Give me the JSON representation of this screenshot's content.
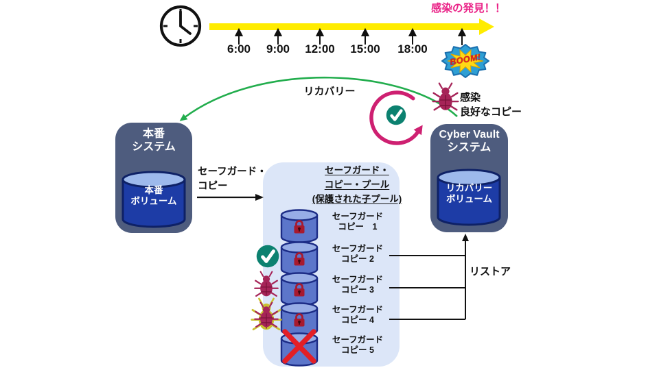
{
  "timeline": {
    "discovery_label": "感染の発見！！",
    "times": [
      "6:00",
      "9:00",
      "12:00",
      "15:00",
      "18:00"
    ],
    "boom_label": "BOOM!"
  },
  "recovery": {
    "arrow_label": "リカバリー",
    "infection_label": "感染",
    "good_copy_label": "良好なコピー"
  },
  "production": {
    "system_title": "本番\nシステム",
    "volume_label": "本番\nボリューム"
  },
  "safeguard_arrow": {
    "label": "セーフガード・\nコピー"
  },
  "pool": {
    "title": "セーフガード・\nコピー・プール\n(保護された子プール)",
    "copies": [
      {
        "label": "セーフガード\nコピー　1",
        "status": "locked"
      },
      {
        "label": "セーフガード\nコピー 2",
        "status": "good"
      },
      {
        "label": "セーフガード\nコピー 3",
        "status": "infected"
      },
      {
        "label": "セーフガード\nコピー 4",
        "status": "infected"
      },
      {
        "label": "セーフガード\nコピー 5",
        "status": "destroyed"
      }
    ]
  },
  "restore": {
    "label": "リストア"
  },
  "cyber_vault": {
    "system_title": "Cyber Vault\nシステム",
    "volume_label": "リカバリー\nボリューム"
  },
  "icons": {
    "clock": "clock-icon",
    "explosion": "boom-burst-icon",
    "infection": "bug-icon",
    "good_copy": "check-circle-icon",
    "protected": "padlock-icon",
    "destroyed": "red-x-icon"
  },
  "colors": {
    "box_slate": "#4e5c7e",
    "volume_navy": "#1d3ca6",
    "pool_background": "#dce6f8",
    "safeguard_cylinder": "#5c76ca",
    "lock_red": "#a81a2e",
    "recovery_green": "#22ad4d",
    "check_teal": "#0c8170",
    "ring_magenta": "#ce2071",
    "discovery_pink": "#ea2287",
    "timeline_yellow": "#ffec00",
    "destroyed_red": "#e31f26"
  }
}
